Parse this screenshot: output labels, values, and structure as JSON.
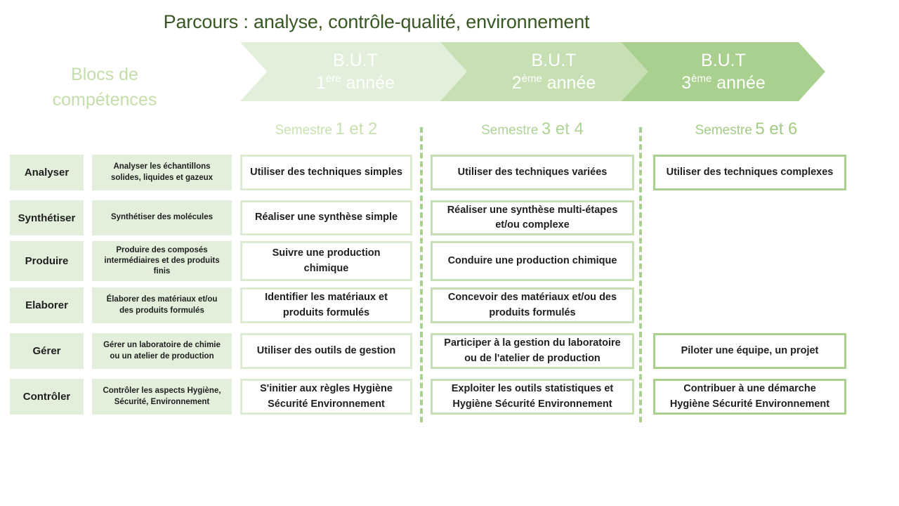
{
  "title": "Parcours : analyse, contrôle-qualité, environnement",
  "sidebar_label": "Blocs de compétences",
  "years": [
    {
      "but": "B.U.T",
      "num": "1",
      "ordinal": "ère",
      "suffix": "année"
    },
    {
      "but": "B.U.T",
      "num": "2",
      "ordinal": "ème",
      "suffix": "année"
    },
    {
      "but": "B.U.T",
      "num": "3",
      "ordinal": "ème",
      "suffix": "année"
    }
  ],
  "semesters": [
    {
      "prefix": "Semestre",
      "range": "1 et 2"
    },
    {
      "prefix": "Semestre",
      "range": "3 et 4"
    },
    {
      "prefix": "Semestre",
      "range": "5 et 6"
    }
  ],
  "rows": [
    {
      "label": "Analyser",
      "description": "Analyser les échantillons\nsolides, liquides et gazeux",
      "sem12": "Utiliser des techniques simples",
      "sem34": "Utiliser des techniques variées",
      "sem56": "Utiliser des techniques complexes"
    },
    {
      "label": "Synthétiser",
      "description": "Synthétiser des molécules",
      "sem12": "Réaliser une synthèse simple",
      "sem34": "Réaliser une synthèse multi-étapes\net/ou complexe"
    },
    {
      "label": "Produire",
      "description": "Produire des composés\nintermédiaires et des produits\nfinis",
      "sem12": "Suivre une production\nchimique",
      "sem34": "Conduire une production chimique"
    },
    {
      "label": "Elaborer",
      "description": "Élaborer des matériaux et/ou\ndes produits formulés",
      "sem12": "Identifier les matériaux et\nproduits formulés",
      "sem34": "Concevoir des matériaux et/ou des\nproduits formulés"
    },
    {
      "label": "Gérer",
      "description": "Gérer un laboratoire de chimie\nou un atelier de production",
      "sem12": "Utiliser des outils de gestion",
      "sem34": "Participer à la gestion du laboratoire\nou de l'atelier de production",
      "sem56": "Piloter une équipe, un projet"
    },
    {
      "label": "Contrôler",
      "description": "Contrôler les aspects Hygiène,\nSécurité, Environnement",
      "sem12": "S'initier aux règles Hygiène\nSécurité Environnement",
      "sem34": "Exploiter les outils statistiques et\nHygiène Sécurité Environnement",
      "sem56": "Contribuer à une démarche\nHygiène Sécurité Environnement"
    }
  ],
  "colors": {
    "year1_fill": "#e2efda",
    "year2_fill": "#c6e0b4",
    "year3_fill": "#a9d08e",
    "title_text": "#385723",
    "sidebar_label_text": "#c3deaa",
    "sem12_border": "#dcebd1",
    "sem34_border": "#c6e0b4",
    "sem56_border": "#a9d08e",
    "block_fill": "#e2efda",
    "divider_dash": "#a9d08e"
  }
}
